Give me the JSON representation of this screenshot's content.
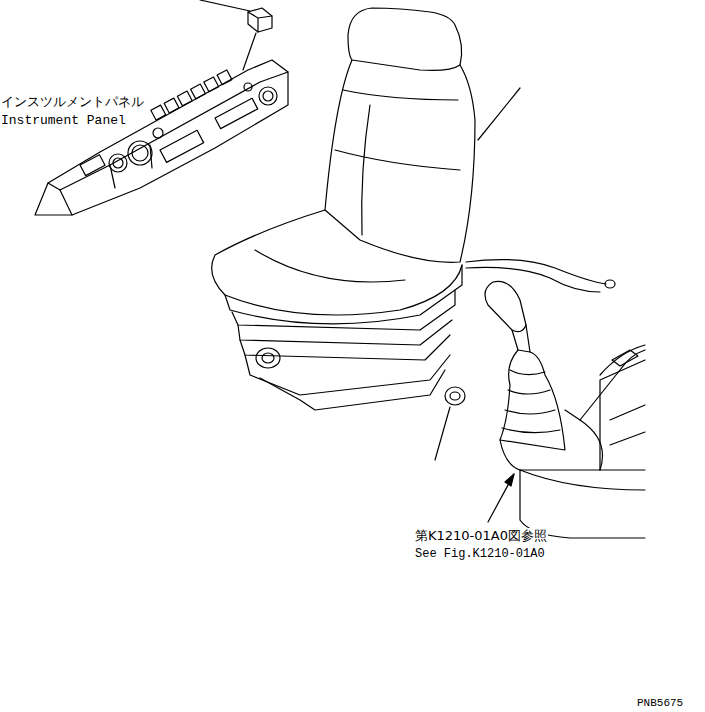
{
  "diagram": {
    "labels": [
      "インスツルメントパネル",
      "Instrument Panel",
      "第K1210-01A0図参照",
      "See Fig.K1210-01A0",
      "PNB5675"
    ]
  }
}
